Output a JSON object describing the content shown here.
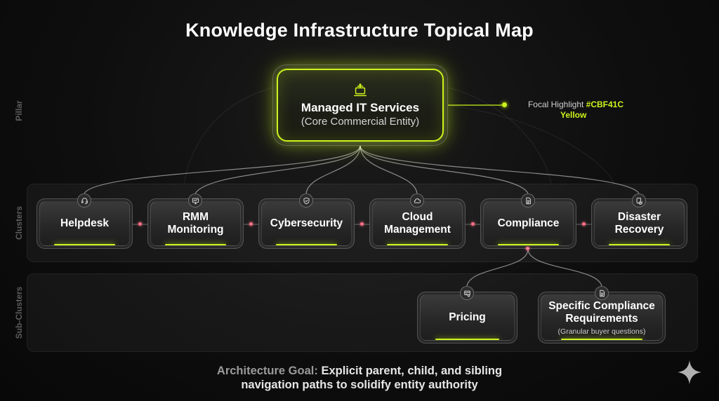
{
  "title": "Knowledge Infrastructure Topical Map",
  "rows": {
    "pillar": "Pillar",
    "clusters": "Clusters",
    "subclusters": "Sub-Clusters"
  },
  "pillar": {
    "icon": "laptop-network-icon",
    "title": "Managed IT Services",
    "subtitle": "(Core Commercial Entity)"
  },
  "callout": {
    "label": "Focal Highlight",
    "hex": "#CBF41C",
    "color_name": "Yellow"
  },
  "clusters": [
    {
      "label": "Helpdesk",
      "icon": "headset-icon"
    },
    {
      "label": "RMM Monitoring",
      "icon": "monitor-icon"
    },
    {
      "label": "Cybersecurity",
      "icon": "shield-icon"
    },
    {
      "label": "Cloud Management",
      "icon": "cloud-icon"
    },
    {
      "label": "Compliance",
      "icon": "document-icon"
    },
    {
      "label": "Disaster Recovery",
      "icon": "recovery-icon"
    }
  ],
  "subclusters": [
    {
      "label": "Pricing",
      "icon": "price-tag-icon",
      "note": ""
    },
    {
      "label": "Specific Compliance Requirements",
      "icon": "document-icon",
      "note": "(Granular buyer questions)"
    }
  ],
  "goal": {
    "key": "Architecture Goal:",
    "line1": "Explicit parent, child, and sibling",
    "line2": "navigation paths to solidify entity authority"
  },
  "colors": {
    "accent": "#cbf41c",
    "sibling_link": "#ff6f86",
    "background": "#0c0c0c"
  }
}
